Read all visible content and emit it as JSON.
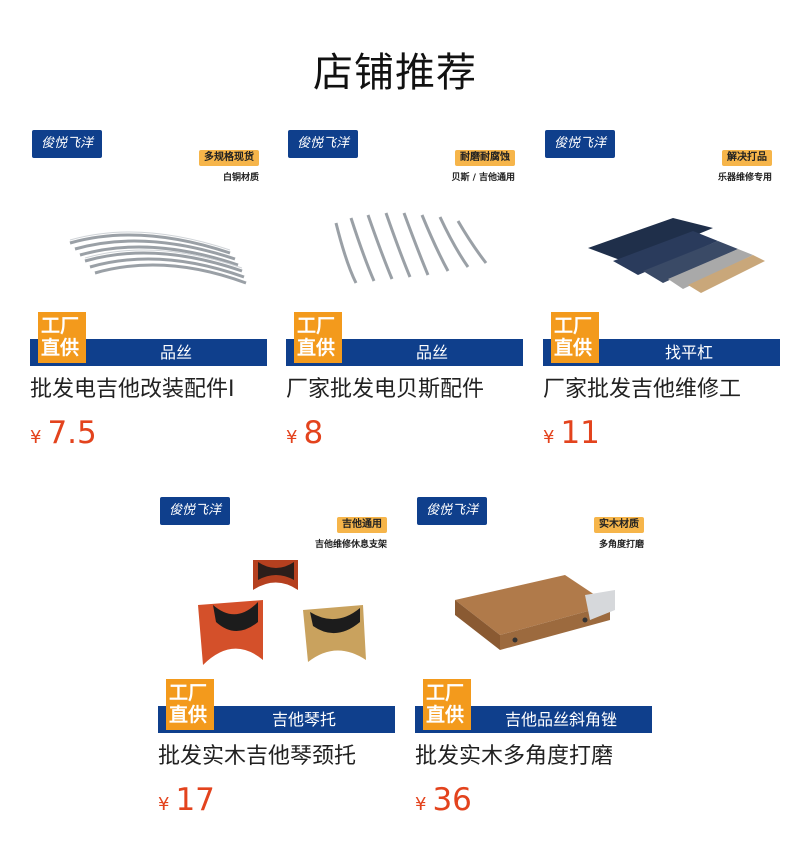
{
  "page": {
    "title": "店铺推荐"
  },
  "products": [
    {
      "brand": "俊悦飞洋",
      "tag": "多规格现货",
      "tag_sub": "白铜材质",
      "factory_line1": "工厂",
      "factory_line2": "直供",
      "banner": "品丝",
      "name": "批发电吉他改装配件I",
      "currency": "¥",
      "price": "7.5"
    },
    {
      "brand": "俊悦飞洋",
      "tag": "耐磨耐腐蚀",
      "tag_sub": "贝斯 / 吉他通用",
      "factory_line1": "工厂",
      "factory_line2": "直供",
      "banner": "品丝",
      "name": "厂家批发电贝斯配件",
      "currency": "¥",
      "price": "8"
    },
    {
      "brand": "俊悦飞洋",
      "tag": "解决打品",
      "tag_sub": "乐器维修专用",
      "factory_line1": "工厂",
      "factory_line2": "直供",
      "banner": "找平杠",
      "name": "厂家批发吉他维修工",
      "currency": "¥",
      "price": "11"
    },
    {
      "brand": "俊悦飞洋",
      "tag": "吉他通用",
      "tag_sub": "吉他维修休息支架",
      "factory_line1": "工厂",
      "factory_line2": "直供",
      "banner": "吉他琴托",
      "name": "批发实木吉他琴颈托",
      "currency": "¥",
      "price": "17"
    },
    {
      "brand": "俊悦飞洋",
      "tag": "实木材质",
      "tag_sub": "多角度打磨",
      "factory_line1": "工厂",
      "factory_line2": "直供",
      "banner": "吉他品丝斜角锉",
      "name": "批发实木多角度打磨",
      "currency": "¥",
      "price": "36"
    }
  ],
  "colors": {
    "banner_blue": "#0f3f8c",
    "factory_orange": "#f39a1c",
    "tag_orange": "#f6b54a",
    "price_red": "#e3431d"
  }
}
